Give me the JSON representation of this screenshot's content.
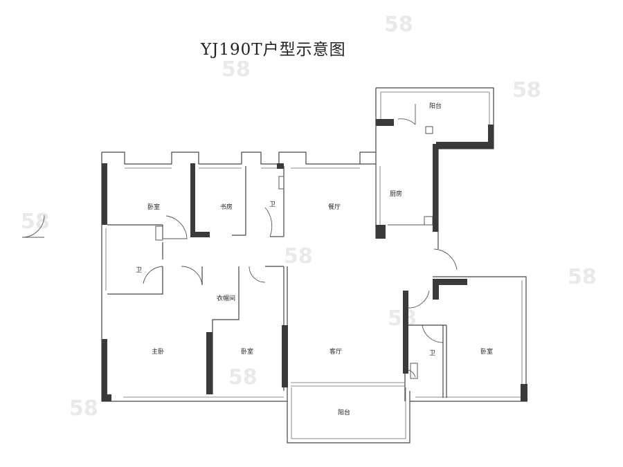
{
  "title": "YJ190T户型示意图",
  "rooms": {
    "bedroom_nw": "卧室",
    "study": "书房",
    "bath_top": "卫",
    "dining": "餐厅",
    "kitchen": "厨房",
    "balcony_top": "阳台",
    "bath_left": "卫",
    "wardrobe": "衣帽间",
    "master_bedroom": "主卧",
    "bedroom_middle": "卧室",
    "living_room": "客厅",
    "bath_right": "卫",
    "bedroom_se": "卧室",
    "balcony_bottom": "阳台"
  },
  "watermark": "58"
}
